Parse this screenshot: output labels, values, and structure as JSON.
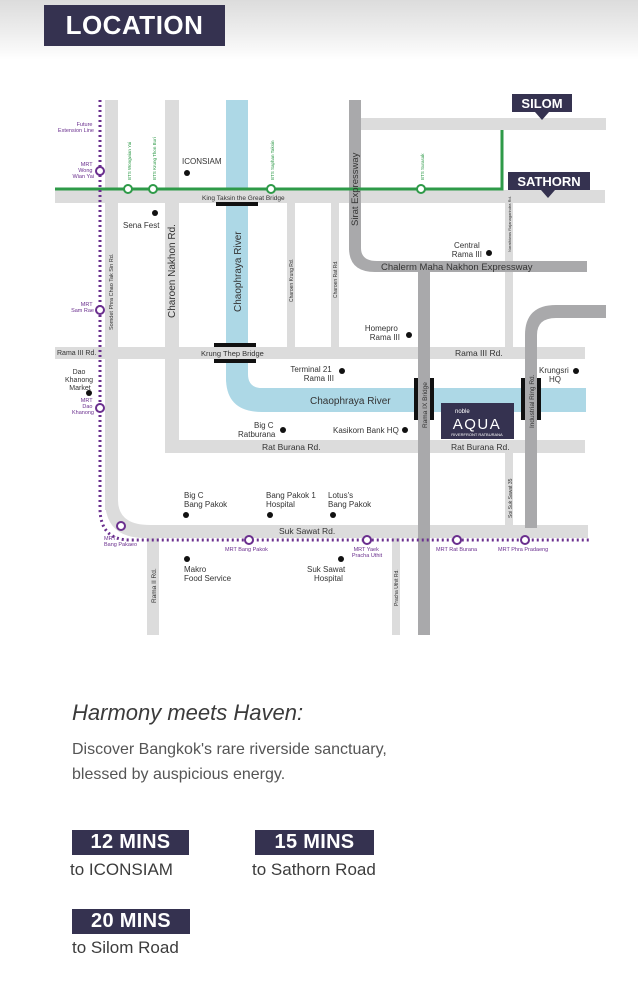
{
  "header": {
    "title": "LOCATION"
  },
  "map": {
    "district_labels": {
      "silom": "SILOM",
      "sathorn": "SATHORN"
    },
    "logo": {
      "brand": "noble",
      "name": "AQUA",
      "tagline": "RIVERFRONT RATBURANA"
    },
    "rivers": {
      "vertical": "Chaophraya River",
      "horizontal": "Chaophraya River"
    },
    "roads": {
      "charoen_nakhon": "Charoen Nakhon Rd.",
      "sirat_expressway": "Sirat Expressway",
      "chalerm_maha_nakhon": "Chalerm Maha Nakhon Expressway",
      "rama_iii_left": "Rama III Rd.",
      "rama_iii_right": "Rama III Rd.",
      "rat_burana_left": "Rat Burana Rd.",
      "rat_burana_right": "Rat Burana Rd.",
      "suk_sawat": "Suk Sawat Rd.",
      "rama_ii": "Rama II Rd.",
      "rama_ix_bridge": "Rama IX Bridge",
      "industrial_ring": "Industrial Ring Rd.",
      "charoen_krung": "Charoen Krung Rd.",
      "charoen_rat": "Charoen Rat Rd.",
      "somdet": "Somdet Phra Chao Tak Sin Rd.",
      "pracha_uthit": "Pracha Uthit Rd.",
      "soi_suk_sawat_35": "Soi Suk Sawat 35",
      "narathiwas": "Narathiwas Rajanagarindra Rd.",
      "king_taksin_bridge": "King Taksin the Great Bridge",
      "krung_thep_bridge": "Krung Thep Bridge"
    },
    "bts_stations": {
      "wongwian_yai": "BTS Wongwian Yai",
      "krung_thon_buri": "BTS Krung Thon Buri",
      "saphan_taksin": "BTS Saphan Taksin",
      "surasak": "BTS Surasak"
    },
    "mrt_labels": {
      "future": "Future Extension Line",
      "wong_wian_yai": "MRT Wong Wian Yai",
      "sam_yaek": "MRT Sam Rae",
      "dao_khanong": "MRT Dao Khanong",
      "bang_pakaeo": "MRT Bang Pakaeo",
      "bang_pakok": "MRT Bang Pakok",
      "yaek_pracha_uthit": "MRT Yaek Pracha Uthit",
      "rat_burana": "MRT Rat Burana",
      "phra_pradaeng": "MRT Phra Pradaeng"
    },
    "landmarks": {
      "iconsiam": "ICONSIAM",
      "sena_fest": "Sena Fest",
      "central_rama3": [
        "Central",
        "Rama III"
      ],
      "homepro": [
        "Homepro",
        "Rama III"
      ],
      "terminal21": [
        "Terminal 21",
        "Rama III"
      ],
      "dao_khanong_market": [
        "Dao",
        "Khanong",
        "Market"
      ],
      "krungsri": [
        "Krungsri",
        "HQ"
      ],
      "big_c_ratburana": [
        "Big C",
        "Ratburana"
      ],
      "kasikorn": "Kasikorn Bank HQ",
      "big_c_bang_pakok": [
        "Big C",
        "Bang Pakok"
      ],
      "bang_pakok_hospital": [
        "Bang Pakok 1",
        "Hospital"
      ],
      "lotus": [
        "Lotus's",
        "Bang Pakok"
      ],
      "makro": [
        "Makro",
        "Food Service"
      ],
      "suk_sawat_hospital": [
        "Suk Sawat",
        "Hospital"
      ]
    }
  },
  "content": {
    "heading": "Harmony meets Haven:",
    "description": [
      "Discover Bangkok's rare riverside sanctuary,",
      "blessed by auspicious energy."
    ],
    "travel_times": [
      {
        "time": "12 MINS",
        "destination": "to ICONSIAM"
      },
      {
        "time": "15 MINS",
        "destination": "to Sathorn Road"
      },
      {
        "time": "20 MINS",
        "destination": "to Silom Road"
      }
    ]
  },
  "colors": {
    "brand_navy": "#353250",
    "road_gray": "#dcdcdc",
    "expressway_gray": "#a9a9ab",
    "river_blue": "#add8e6",
    "bts_green": "#2e9a48",
    "mrt_purple": "#6a2f8e"
  }
}
